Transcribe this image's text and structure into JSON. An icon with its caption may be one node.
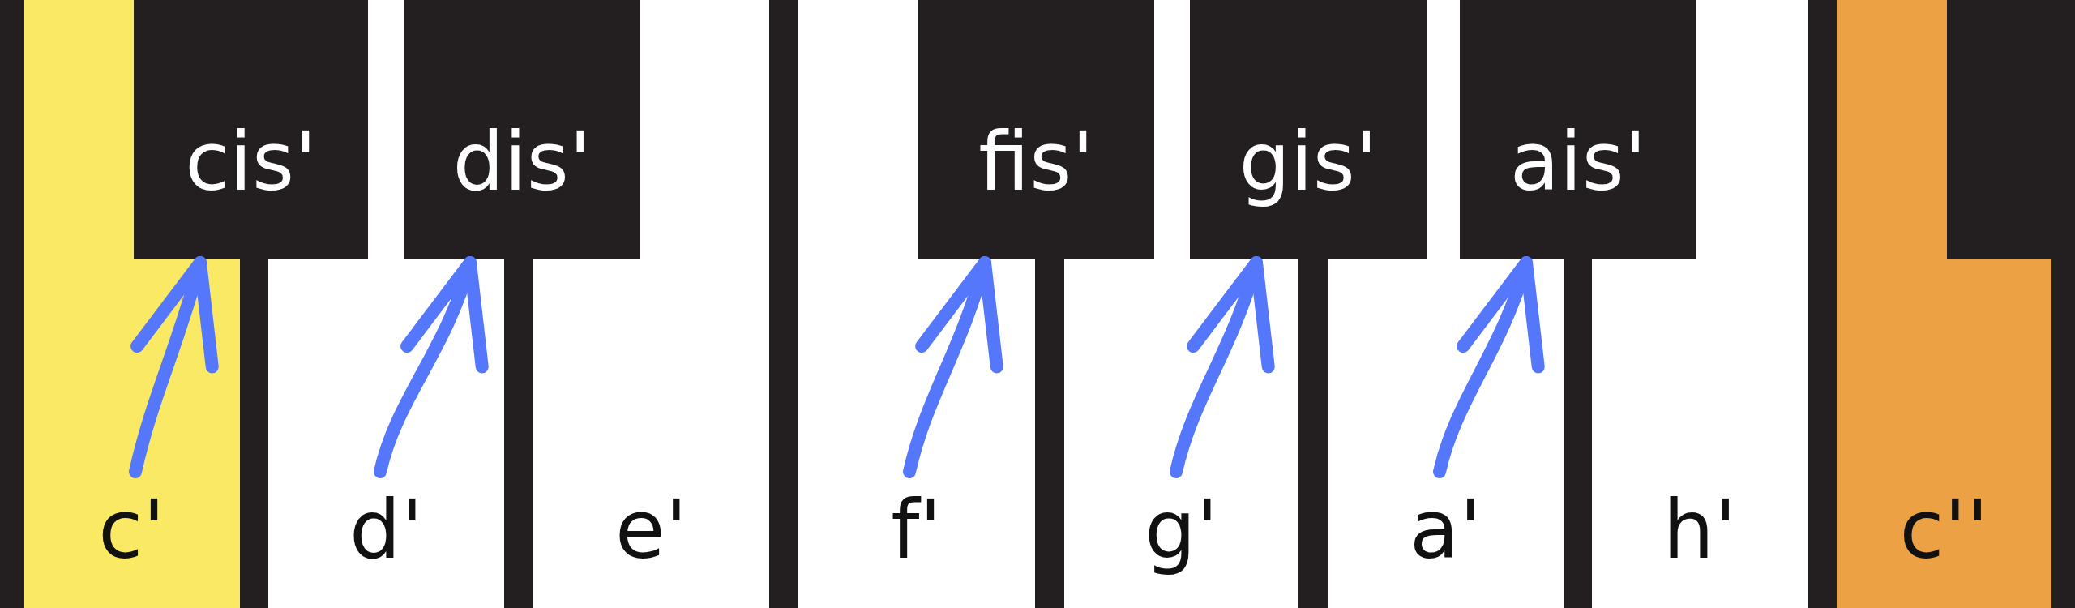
{
  "diagram": {
    "nodes": [
      {
        "text": [
          "c'"
        ]
      },
      {
        "text": [
          "cis'"
        ]
      },
      {
        "text": [
          "d'"
        ]
      },
      {
        "text": [
          "dis'"
        ]
      },
      {
        "text": [
          "e'"
        ]
      },
      {
        "text": [
          "f'"
        ]
      },
      {
        "text": [
          "fis'"
        ]
      },
      {
        "text": [
          "g'"
        ]
      },
      {
        "text": [
          "gis'"
        ]
      },
      {
        "text": [
          "a'"
        ]
      },
      {
        "text": [
          "ais'"
        ]
      },
      {
        "text": [
          "h'"
        ]
      },
      {
        "text": [
          "c''"
        ]
      },
      {
        "text": [],
        "shape": "box"
      }
    ],
    "edges": [
      {
        "from": 0,
        "to": 1,
        "arrow": "to"
      },
      {
        "from": 2,
        "to": 3,
        "arrow": "to"
      },
      {
        "from": 5,
        "to": 6,
        "arrow": "to"
      },
      {
        "from": 7,
        "to": 8,
        "arrow": "to"
      },
      {
        "from": 9,
        "to": 10,
        "arrow": "to"
      }
    ]
  }
}
